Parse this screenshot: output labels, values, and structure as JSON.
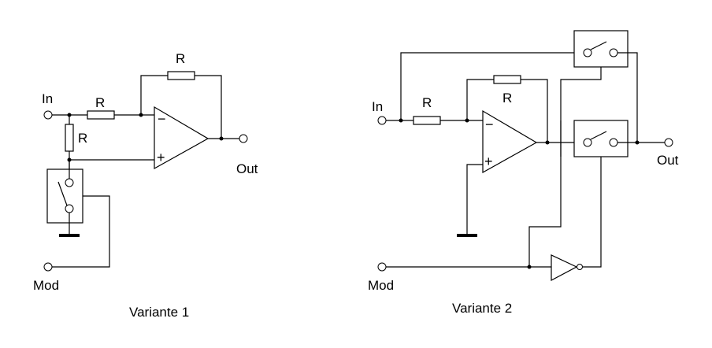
{
  "variant1": {
    "caption": "Variante 1",
    "input_label": "In",
    "output_label": "Out",
    "mod_label": "Mod",
    "resistor_input_label": "R",
    "resistor_feedback_label": "R",
    "resistor_shunt_label": "R",
    "opamp_minus": "−",
    "opamp_plus": "+"
  },
  "variant2": {
    "caption": "Variante 2",
    "input_label": "In",
    "output_label": "Out",
    "mod_label": "Mod",
    "resistor_input_label": "R",
    "resistor_feedback_label": "R",
    "opamp_minus": "−",
    "opamp_plus": "+"
  }
}
